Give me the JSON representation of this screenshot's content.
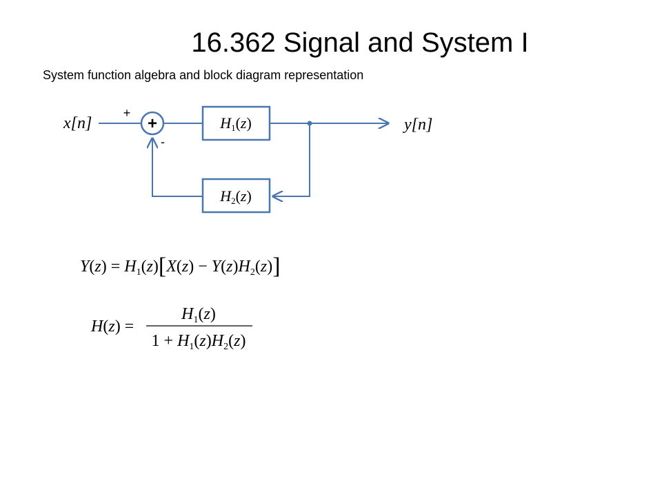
{
  "slide": {
    "title": "16.362 Signal and System I",
    "subtitle": "System function algebra and block diagram representation"
  },
  "diagram": {
    "input_label": "x[n]",
    "output_label": "y[n]",
    "plus_sign": "+",
    "minus_sign": "-",
    "summer_symbol": "+",
    "block1_label": "H1(z)",
    "block2_label": "H2(z)",
    "line_color": "#4a76b0"
  },
  "equations": {
    "eq1": "Y(z) = H1(z)[X(z) − Y(z)H2(z)]",
    "eq2_lhs": "H(z) =",
    "eq2_numerator": "H1(z)",
    "eq2_denominator": "1 + H1(z)H2(z)"
  }
}
